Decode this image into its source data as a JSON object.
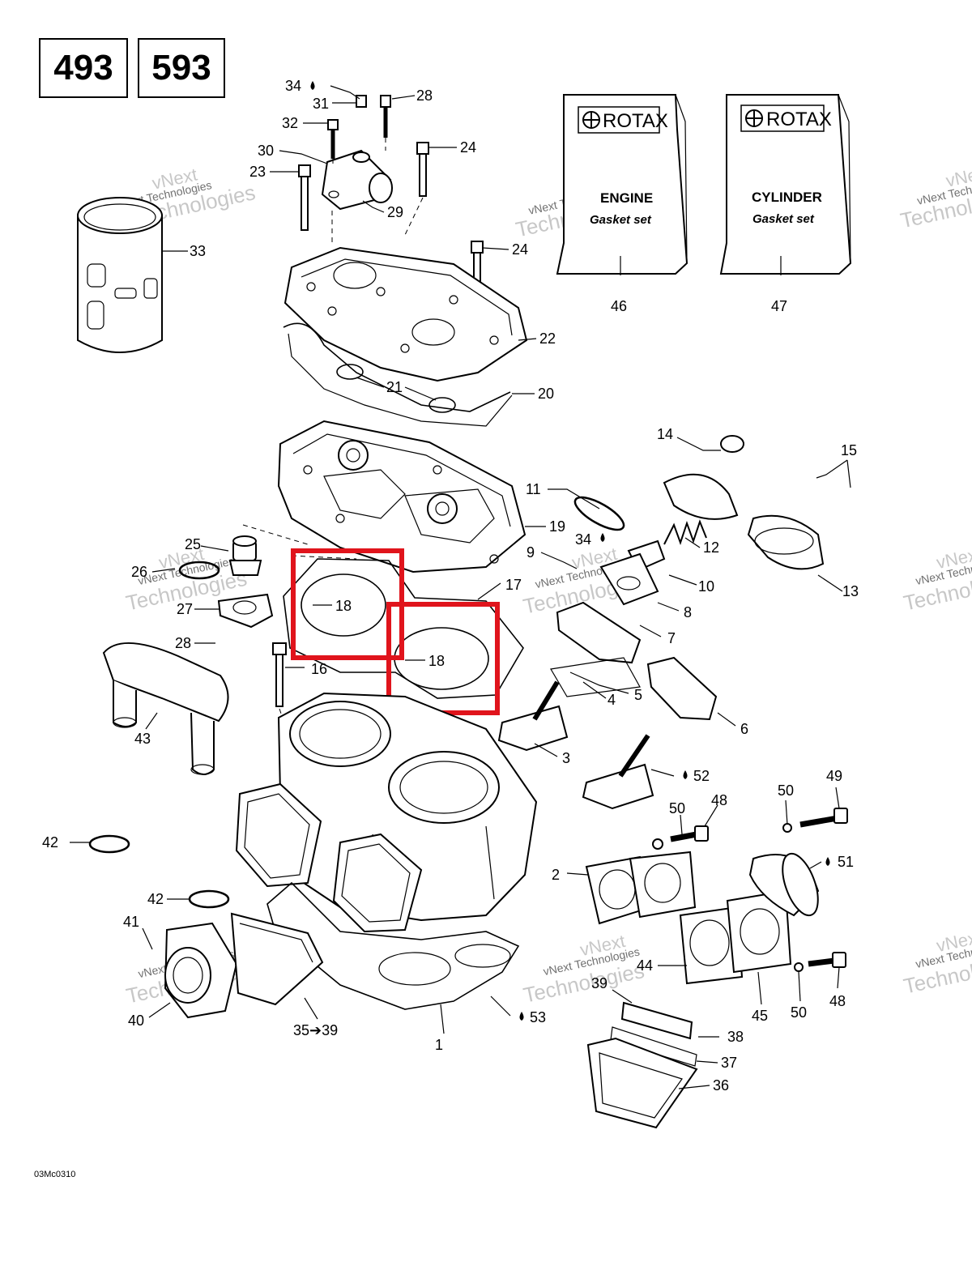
{
  "engine_codes": [
    "493",
    "593"
  ],
  "reference_code": "03Mc0310",
  "watermark": {
    "line1": "vNext",
    "line2": "vNext Technologies",
    "line3": "Technologies"
  },
  "highlight_color": "#e0141c",
  "gasket_kits": [
    {
      "brand": "ROTAX",
      "title": "ENGINE",
      "subtitle": "Gasket set",
      "part": "46"
    },
    {
      "brand": "ROTAX",
      "title": "CYLINDER",
      "subtitle": "Gasket set",
      "part": "47"
    }
  ],
  "part_labels": [
    "1",
    "2",
    "3",
    "4",
    "5",
    "6",
    "7",
    "8",
    "9",
    "10",
    "11",
    "12",
    "13",
    "14",
    "15",
    "16",
    "17",
    "18",
    "18",
    "19",
    "20",
    "21",
    "22",
    "23",
    "24",
    "24",
    "25",
    "26",
    "27",
    "28",
    "28",
    "29",
    "30",
    "31",
    "32",
    "33",
    "34",
    "34",
    "35➔39",
    "36",
    "37",
    "38",
    "39",
    "40",
    "41",
    "42",
    "42",
    "43",
    "44",
    "45",
    "48",
    "48",
    "49",
    "50",
    "50",
    "50",
    "51",
    "52",
    "53"
  ],
  "sealant_marked_parts": [
    "34",
    "34",
    "51",
    "52",
    "53"
  ],
  "highlighted_parts": [
    "18",
    "18"
  ]
}
